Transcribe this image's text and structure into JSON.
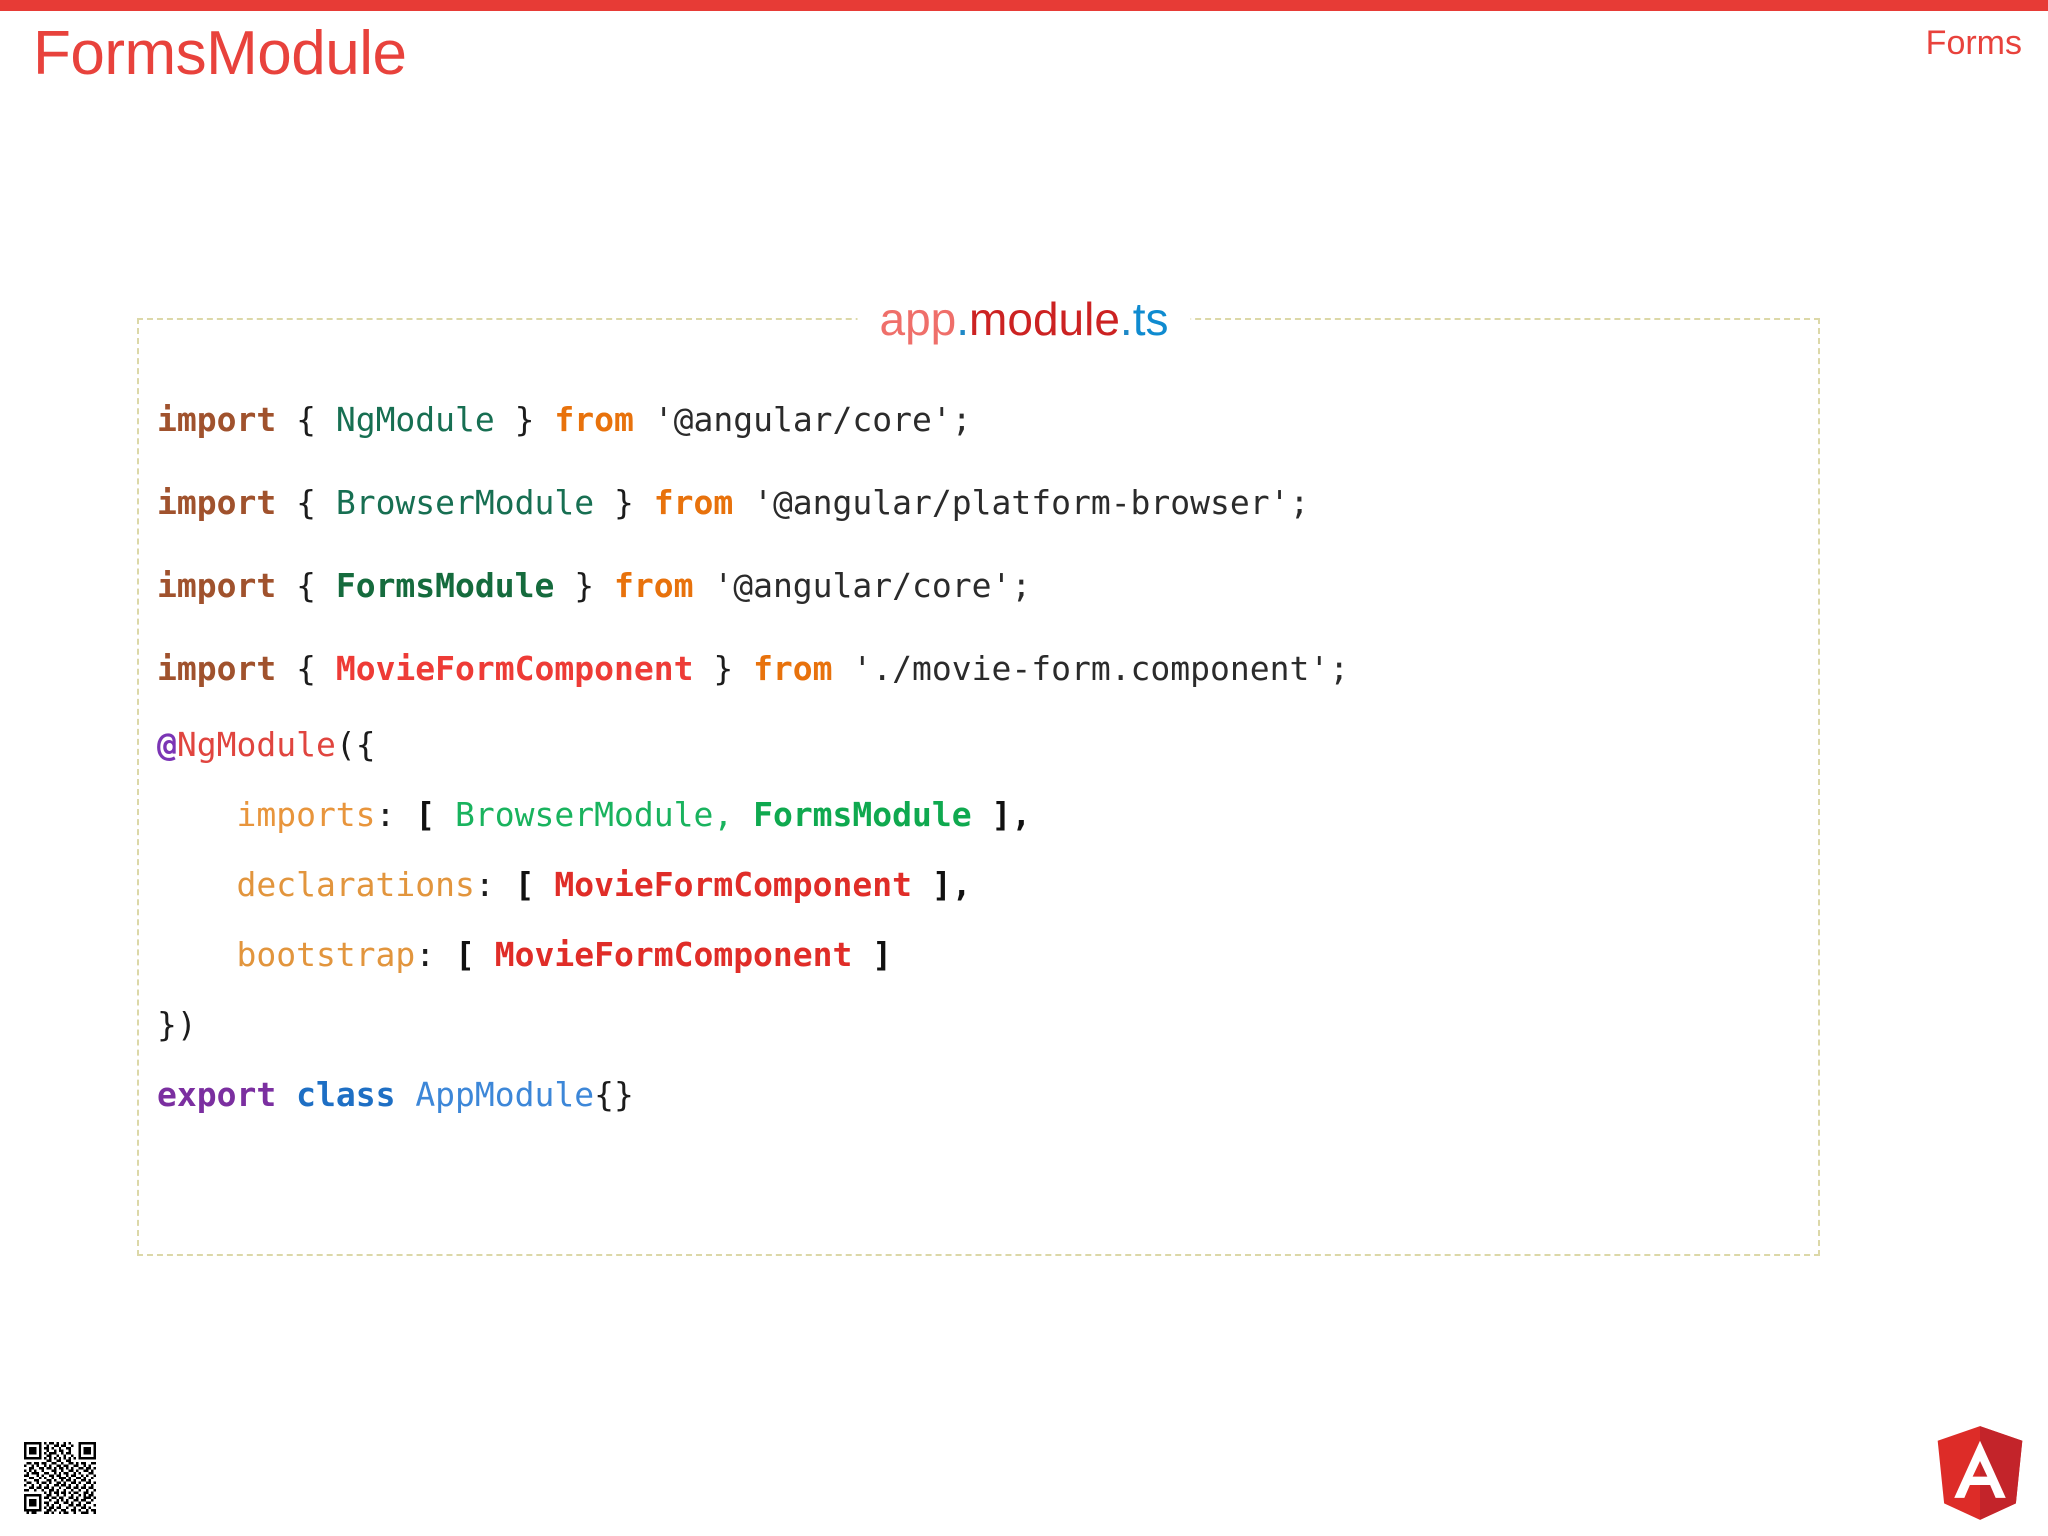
{
  "theme": {
    "accent_red": "#e8423c",
    "top_bar_color": "#e73b36",
    "card_border_color": "#dcd8a8",
    "background": "#ffffff"
  },
  "header": {
    "title": "FormsModule",
    "section_label": "Forms"
  },
  "code_card": {
    "filename": {
      "part_app": "app",
      "dot1": ".",
      "part_module": "module",
      "dot2": ".",
      "part_ts": "ts"
    },
    "lines": [
      {
        "id": "import-ngmodule",
        "tokens": [
          {
            "t": "import",
            "c": "kw-import"
          },
          {
            "t": " { ",
            "c": "punct"
          },
          {
            "t": "NgModule",
            "c": "cls-teal"
          },
          {
            "t": " }  ",
            "c": "punct"
          },
          {
            "t": "from",
            "c": "kw-from"
          },
          {
            "t": " '@angular/core';",
            "c": "str"
          }
        ]
      },
      {
        "id": "import-browsermodule",
        "tokens": [
          {
            "t": "import",
            "c": "kw-import"
          },
          {
            "t": " { ",
            "c": "punct"
          },
          {
            "t": "BrowserModule",
            "c": "cls-teal"
          },
          {
            "t": " }  ",
            "c": "punct"
          },
          {
            "t": "from",
            "c": "kw-from"
          },
          {
            "t": " '@angular/platform-browser';",
            "c": "str"
          }
        ]
      },
      {
        "id": "import-formsmodule",
        "tokens": [
          {
            "t": "import",
            "c": "kw-import"
          },
          {
            "t": " { ",
            "c": "punct"
          },
          {
            "t": "FormsModule",
            "c": "cls-teal-b"
          },
          {
            "t": " }  ",
            "c": "punct"
          },
          {
            "t": "from",
            "c": "kw-from"
          },
          {
            "t": " '@angular/core';",
            "c": "str"
          }
        ]
      },
      {
        "id": "import-movieformcomponent",
        "tokens": [
          {
            "t": "import",
            "c": "kw-import"
          },
          {
            "t": " { ",
            "c": "punct"
          },
          {
            "t": "MovieFormComponent",
            "c": "cls-red-b"
          },
          {
            "t": " }  ",
            "c": "punct"
          },
          {
            "t": "from",
            "c": "kw-from"
          },
          {
            "t": " './movie-form.component';",
            "c": "str"
          }
        ]
      },
      {
        "id": "decorator-ngmodule",
        "tokens": [
          {
            "t": "@",
            "c": "at"
          },
          {
            "t": "NgModule",
            "c": "decorator"
          },
          {
            "t": "({",
            "c": "punct"
          }
        ]
      },
      {
        "id": "prop-imports",
        "indent": true,
        "tokens": [
          {
            "t": "imports",
            "c": "prop"
          },
          {
            "t": ": ",
            "c": "punct"
          },
          {
            "t": "[ ",
            "c": "punct-b"
          },
          {
            "t": "BrowserModule",
            "c": "green"
          },
          {
            "t": ", ",
            "c": "green"
          },
          {
            "t": "FormsModule",
            "c": "green-b"
          },
          {
            "t": " ],",
            "c": "punct-b"
          }
        ]
      },
      {
        "id": "prop-declarations",
        "indent": true,
        "tokens": [
          {
            "t": "declarations",
            "c": "prop2"
          },
          {
            "t": ": ",
            "c": "punct"
          },
          {
            "t": "[ ",
            "c": "punct-b"
          },
          {
            "t": "MovieFormComponent",
            "c": "cls-red-b2"
          },
          {
            "t": " ],",
            "c": "punct-b"
          }
        ]
      },
      {
        "id": "prop-bootstrap",
        "indent": true,
        "tokens": [
          {
            "t": "bootstrap",
            "c": "prop2"
          },
          {
            "t": ": ",
            "c": "punct"
          },
          {
            "t": "[ ",
            "c": "punct-b"
          },
          {
            "t": "MovieFormComponent",
            "c": "cls-red-b2"
          },
          {
            "t": " ]",
            "c": "punct-b"
          }
        ]
      },
      {
        "id": "decorator-close",
        "tokens": [
          {
            "t": "})",
            "c": "punct"
          }
        ]
      },
      {
        "id": "export-class-appmodule",
        "tokens": [
          {
            "t": "export",
            "c": "export"
          },
          {
            "t": " ",
            "c": "punct"
          },
          {
            "t": "class",
            "c": "class"
          },
          {
            "t": " ",
            "c": "punct"
          },
          {
            "t": "AppModule",
            "c": "appmodule"
          },
          {
            "t": "{}",
            "c": "punct"
          }
        ]
      }
    ]
  },
  "footer": {
    "qr_icon": "qr-code-icon",
    "logo_icon": "angular-logo-icon"
  }
}
